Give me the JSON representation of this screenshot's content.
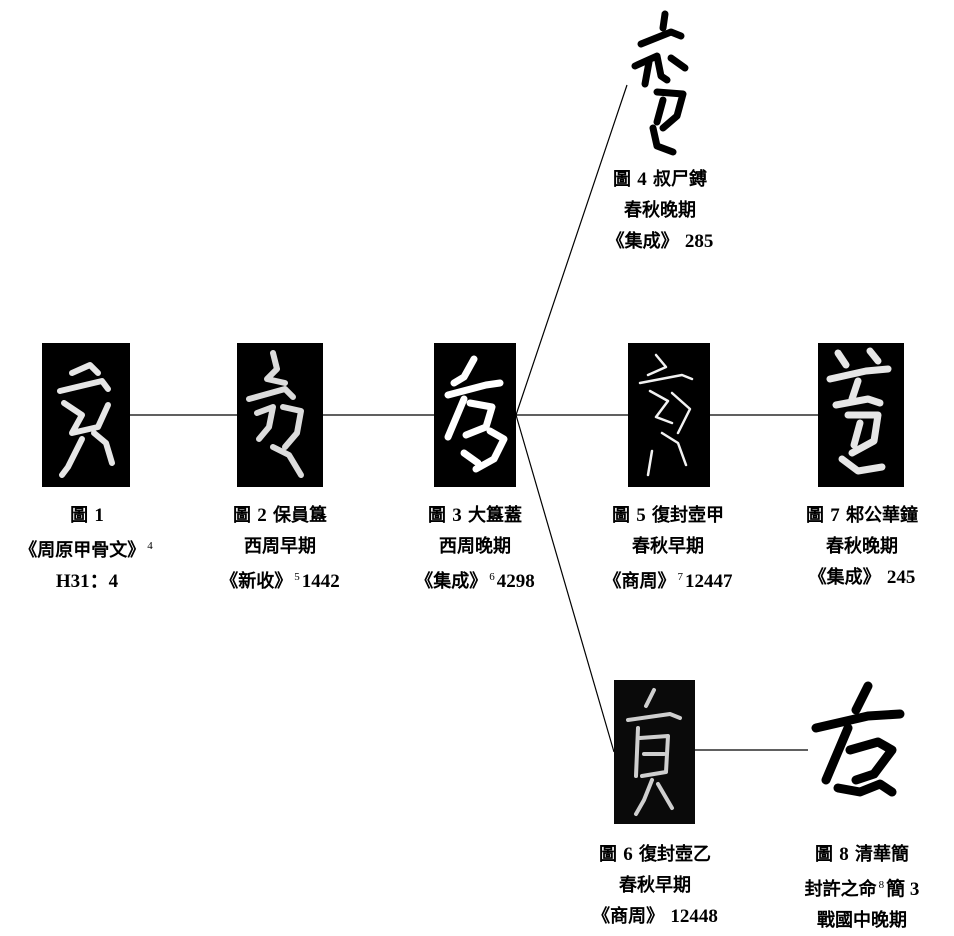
{
  "figures": [
    {
      "id": "fig1",
      "label": "圖",
      "num": "1",
      "title": "",
      "lines": [
        {
          "pre": "《周原甲骨文》",
          "note": "4",
          "post": ""
        },
        {
          "pre": "",
          "note": "",
          "post": "",
          "serif": "H31：4"
        }
      ],
      "style": "dark"
    },
    {
      "id": "fig2",
      "label": "圖",
      "num": "2",
      "title": "保員簋",
      "lines": [
        {
          "pre": "西周早期",
          "note": "",
          "post": ""
        },
        {
          "pre": "《新收》",
          "note": "5",
          "post": "1442"
        }
      ],
      "style": "dark"
    },
    {
      "id": "fig3",
      "label": "圖",
      "num": "3",
      "title": "大簋蓋",
      "lines": [
        {
          "pre": "西周晚期",
          "note": "",
          "post": ""
        },
        {
          "pre": "《集成》",
          "note": "6",
          "post": "4298"
        }
      ],
      "style": "dark"
    },
    {
      "id": "fig4",
      "label": "圖",
      "num": "4",
      "title": "叔尸鎛",
      "lines": [
        {
          "pre": "春秋晚期",
          "note": "",
          "post": ""
        },
        {
          "pre": "《集成》",
          "note": "",
          "post": "285"
        }
      ],
      "style": "light"
    },
    {
      "id": "fig5",
      "label": "圖",
      "num": "5",
      "title": "復封壺甲",
      "lines": [
        {
          "pre": "春秋早期",
          "note": "",
          "post": ""
        },
        {
          "pre": "《商周》",
          "note": "7",
          "post": "12447"
        }
      ],
      "style": "dark"
    },
    {
      "id": "fig6",
      "label": "圖",
      "num": "6",
      "title": "復封壺乙",
      "lines": [
        {
          "pre": "春秋早期",
          "note": "",
          "post": ""
        },
        {
          "pre": "《商周》",
          "note": "",
          "post": "12448"
        }
      ],
      "style": "dark"
    },
    {
      "id": "fig7",
      "label": "圖",
      "num": "7",
      "title": "邾公華鐘",
      "lines": [
        {
          "pre": "春秋晚期",
          "note": "",
          "post": ""
        },
        {
          "pre": "《集成》",
          "note": "",
          "post": "245"
        }
      ],
      "style": "dark"
    },
    {
      "id": "fig8",
      "label": "圖",
      "num": "8",
      "title": "清華簡",
      "lines": [
        {
          "pre": "封許之命",
          "note": "8",
          "post": "簡 3"
        },
        {
          "pre": "戰國中晚期",
          "note": "",
          "post": ""
        }
      ],
      "style": "light"
    }
  ],
  "colors": {
    "dark_bg": "#000000",
    "glyph_light": "#e8e8e8",
    "ink": "#000000",
    "line": "#000000"
  }
}
